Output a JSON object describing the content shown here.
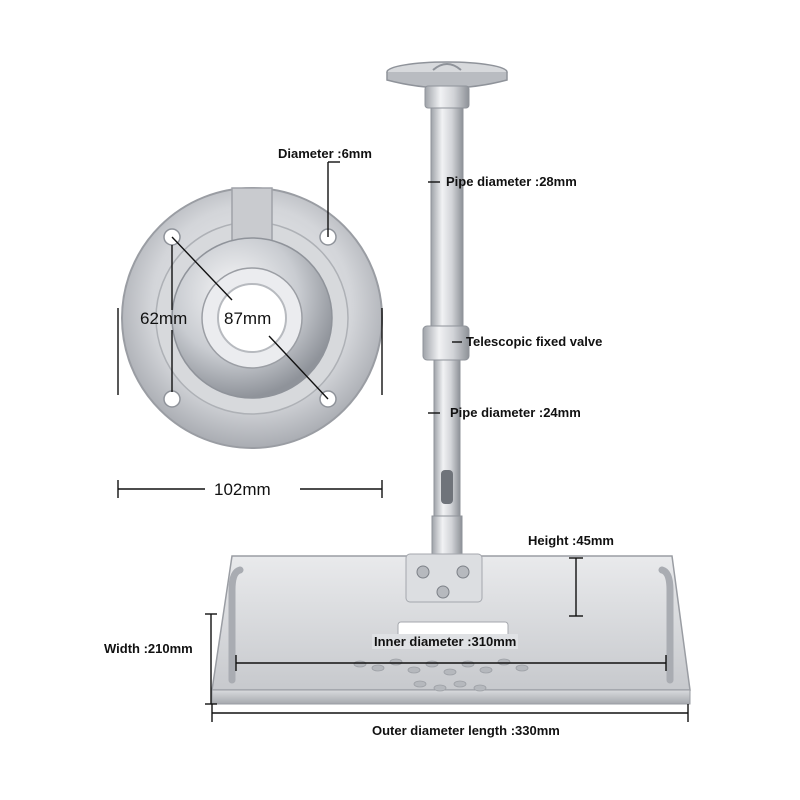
{
  "labels": {
    "diameter_hole": "Diameter :6mm",
    "plate_inner": "62mm",
    "plate_hole": "87mm",
    "plate_width": "102mm",
    "pipe_upper": "Pipe diameter :28mm",
    "valve": "Telescopic fixed valve",
    "pipe_lower": "Pipe diameter :24mm",
    "height": "Height :45mm",
    "width": "Width :210mm",
    "inner_length": "Inner diameter :310mm",
    "outer_length": "Outer diameter length :330mm"
  },
  "colors": {
    "metal_light": "#e6e7ea",
    "metal_mid": "#c3c6cb",
    "metal_dark": "#8e9299",
    "line": "#111111"
  }
}
